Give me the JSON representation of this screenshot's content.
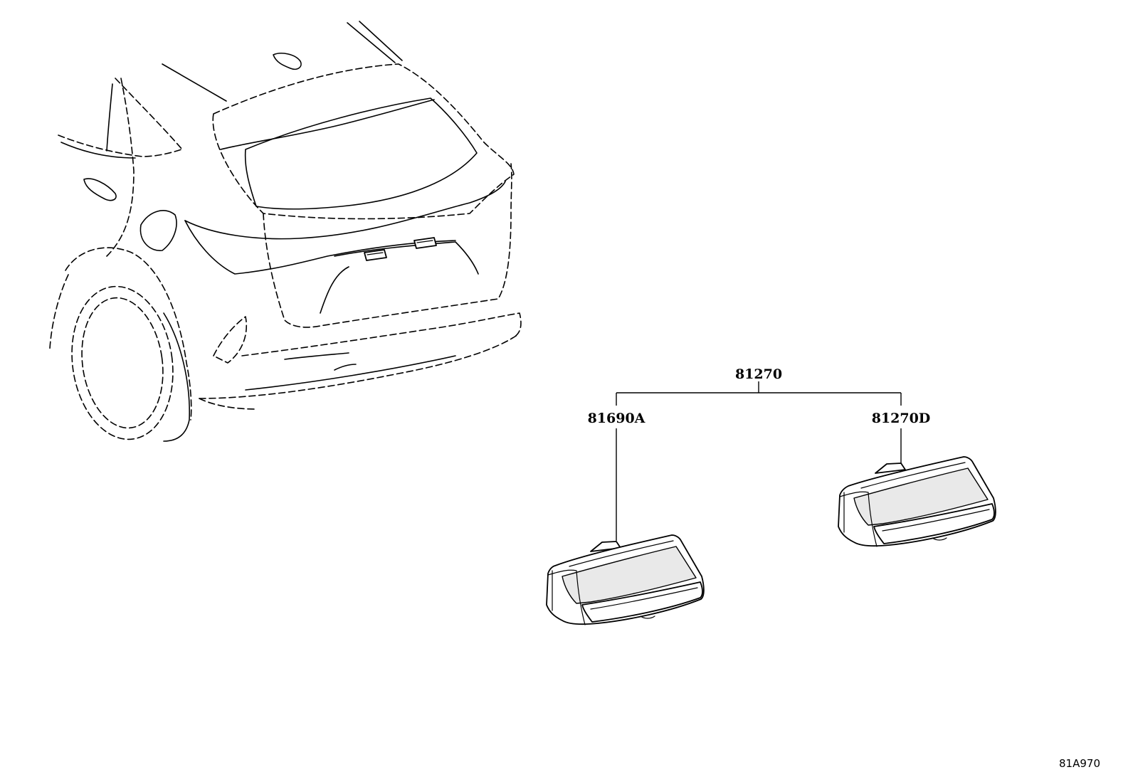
{
  "diagram": {
    "parts": {
      "parent": "81270",
      "left_child": "81690A",
      "right_child": "81270D"
    },
    "illustration_code": "81A970"
  }
}
